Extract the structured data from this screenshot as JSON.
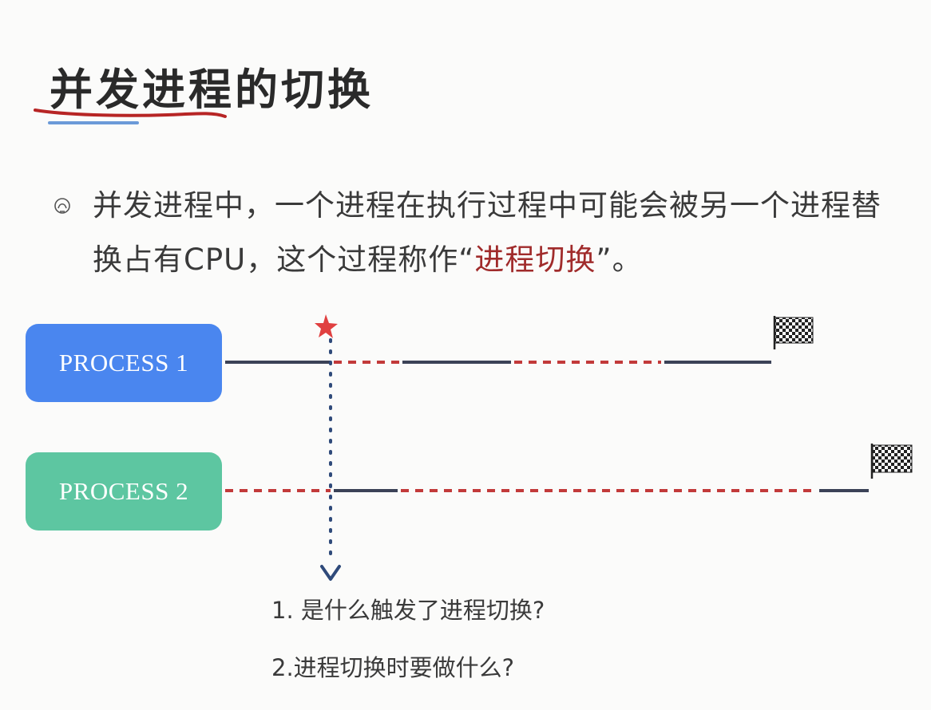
{
  "slide": {
    "title": "并发进程的切换",
    "paragraph_part1": "并发进程中，一个进程在执行过程中可能会被另一个进程替换占有CPU，这个过程称作“",
    "paragraph_highlight": "进程切换",
    "paragraph_part2": "”。",
    "bullet_icon": "bullet-icon"
  },
  "processes": [
    {
      "label": "PROCESS 1",
      "color": "#4a86ef"
    },
    {
      "label": "PROCESS 2",
      "color": "#5dc6a1"
    }
  ],
  "colors": {
    "running_line": "#3b4257",
    "waiting_dash": "#c23a3a",
    "switch_marker": "#2f4a7a",
    "star": "#e04040",
    "title_red_underline": "#b72525",
    "title_blue_underline": "#6b9ad8"
  },
  "icons": {
    "star": "star-icon",
    "finish_flag": "checkered-flag-icon",
    "arrow_down": "arrow-down-icon"
  },
  "questions": [
    "1. 是什么触发了进程切换?",
    "2.进程切换时要做什么?"
  ]
}
